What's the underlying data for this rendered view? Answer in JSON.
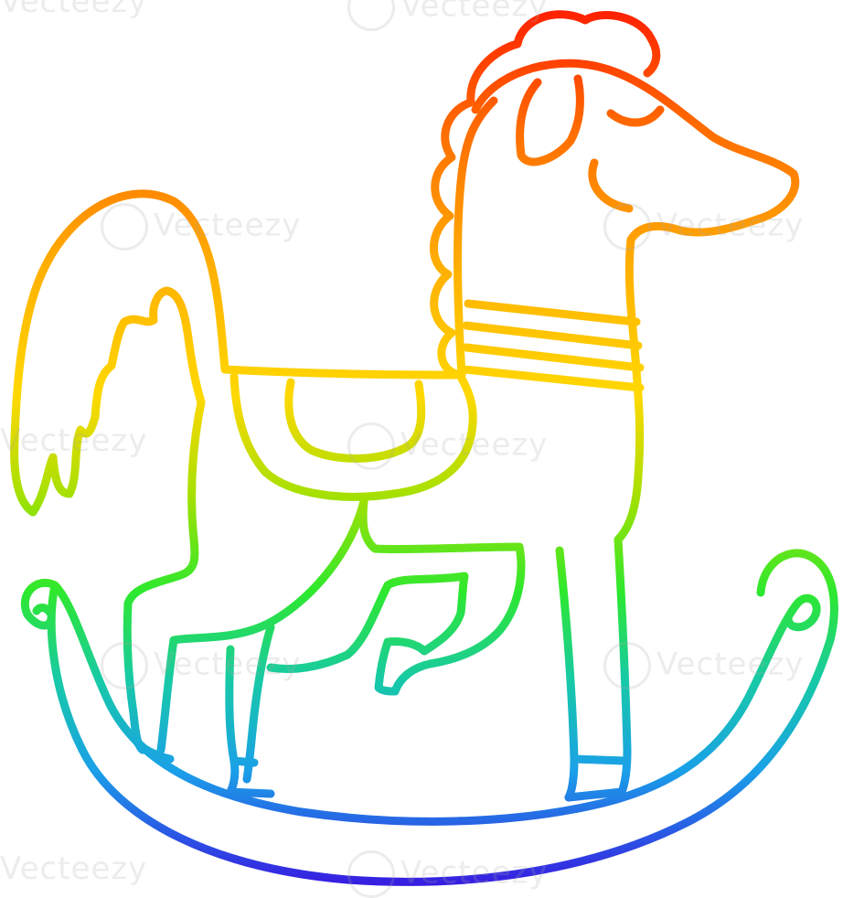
{
  "image": {
    "subject": "rocking horse",
    "style": "rainbow gradient line drawing",
    "gradient_colors": [
      "#ff1a00",
      "#ff8a00",
      "#ffd000",
      "#a8e000",
      "#2ee82e",
      "#17c9a8",
      "#1aa0e8",
      "#2040e8",
      "#3a10e0"
    ]
  },
  "watermark": {
    "text": "Vecteezy"
  }
}
